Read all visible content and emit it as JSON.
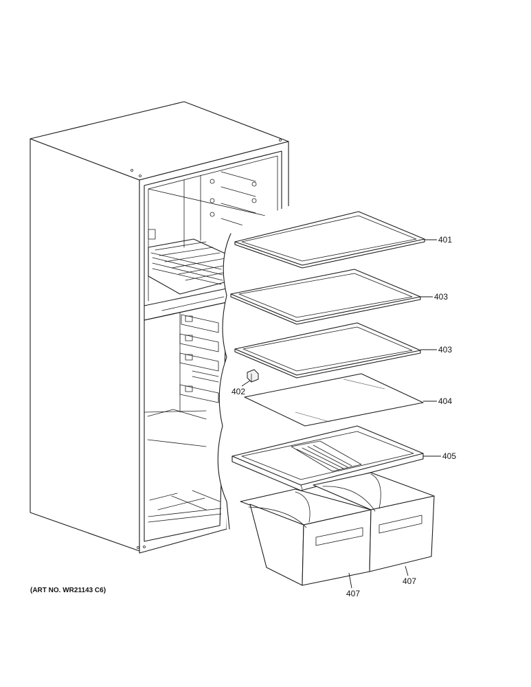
{
  "diagram": {
    "callouts": [
      {
        "id": "c401",
        "label": "401"
      },
      {
        "id": "c403a",
        "label": "403"
      },
      {
        "id": "c403b",
        "label": "403"
      },
      {
        "id": "c402",
        "label": "402"
      },
      {
        "id": "c404",
        "label": "404"
      },
      {
        "id": "c405",
        "label": "405"
      },
      {
        "id": "c407a",
        "label": "407"
      },
      {
        "id": "c407b",
        "label": "407"
      }
    ],
    "art_number": "(ART NO. WR21143 C6)"
  }
}
